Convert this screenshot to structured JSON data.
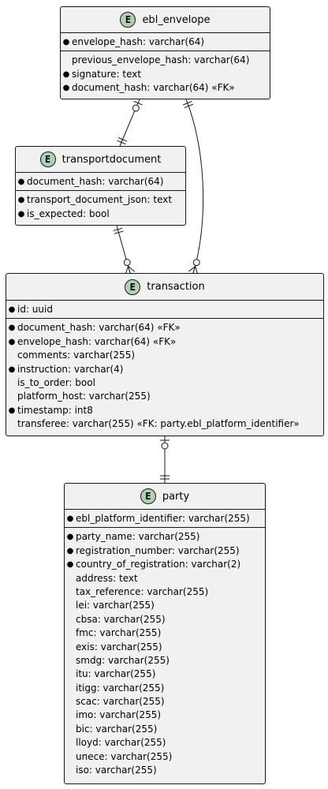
{
  "entities": [
    {
      "id": "ebl_envelope",
      "badge": "E",
      "name": "ebl_envelope",
      "keys": [
        {
          "name": "envelope_hash: varchar(64)",
          "mandatory": true
        }
      ],
      "attributes": [
        {
          "name": "previous_envelope_hash: varchar(64)",
          "mandatory": false
        },
        {
          "name": "signature: text",
          "mandatory": true
        },
        {
          "name": "document_hash: varchar(64) «FK»",
          "mandatory": true
        }
      ]
    },
    {
      "id": "transportdocument",
      "badge": "E",
      "name": "transportdocument",
      "keys": [
        {
          "name": "document_hash: varchar(64)",
          "mandatory": true
        }
      ],
      "attributes": [
        {
          "name": "transport_document_json: text",
          "mandatory": true
        },
        {
          "name": "is_expected: bool",
          "mandatory": true
        }
      ]
    },
    {
      "id": "transaction",
      "badge": "E",
      "name": "transaction",
      "keys": [
        {
          "name": "id: uuid",
          "mandatory": true
        }
      ],
      "attributes": [
        {
          "name": "document_hash: varchar(64) «FK»",
          "mandatory": true
        },
        {
          "name": "envelope_hash: varchar(64) «FK»",
          "mandatory": true
        },
        {
          "name": "comments: varchar(255)",
          "mandatory": false
        },
        {
          "name": "instruction: varchar(4)",
          "mandatory": true
        },
        {
          "name": "is_to_order: bool",
          "mandatory": false
        },
        {
          "name": "platform_host: varchar(255)",
          "mandatory": false
        },
        {
          "name": "timestamp: int8",
          "mandatory": true
        },
        {
          "name": "transferee: varchar(255) «FK: party.ebl_platform_identifier»",
          "mandatory": false
        }
      ]
    },
    {
      "id": "party",
      "badge": "E",
      "name": "party",
      "keys": [
        {
          "name": "ebl_platform_identifier: varchar(255)",
          "mandatory": true
        }
      ],
      "attributes": [
        {
          "name": "party_name: varchar(255)",
          "mandatory": true
        },
        {
          "name": "registration_number: varchar(255)",
          "mandatory": true
        },
        {
          "name": "country_of_registration: varchar(2)",
          "mandatory": true
        },
        {
          "name": "address: text",
          "mandatory": false
        },
        {
          "name": "tax_reference: varchar(255)",
          "mandatory": false
        },
        {
          "name": "lei: varchar(255)",
          "mandatory": false
        },
        {
          "name": "cbsa: varchar(255)",
          "mandatory": false
        },
        {
          "name": "fmc: varchar(255)",
          "mandatory": false
        },
        {
          "name": "exis: varchar(255)",
          "mandatory": false
        },
        {
          "name": "smdg: varchar(255)",
          "mandatory": false
        },
        {
          "name": "itu: varchar(255)",
          "mandatory": false
        },
        {
          "name": "itigg: varchar(255)",
          "mandatory": false
        },
        {
          "name": "scac: varchar(255)",
          "mandatory": false
        },
        {
          "name": "imo: varchar(255)",
          "mandatory": false
        },
        {
          "name": "bic: varchar(255)",
          "mandatory": false
        },
        {
          "name": "lloyd: varchar(255)",
          "mandatory": false
        },
        {
          "name": "unece: varchar(255)",
          "mandatory": false
        },
        {
          "name": "iso: varchar(255)",
          "mandatory": false
        }
      ]
    }
  ],
  "relationships": [
    {
      "from": "ebl_envelope",
      "from_end": "zero-or-one",
      "to": "transportdocument",
      "to_end": "exactly-one"
    },
    {
      "from": "ebl_envelope",
      "from_end": "exactly-one",
      "to": "transaction",
      "to_end": "zero-or-many"
    },
    {
      "from": "transportdocument",
      "from_end": "exactly-one",
      "to": "transaction",
      "to_end": "zero-or-many"
    },
    {
      "from": "transaction",
      "from_end": "zero-or-one",
      "to": "party",
      "to_end": "exactly-one"
    }
  ],
  "colors": {
    "entity_fill": "#f1f1f1",
    "border": "#181818",
    "badge_fill": "#add1b2",
    "line": "#181818"
  }
}
